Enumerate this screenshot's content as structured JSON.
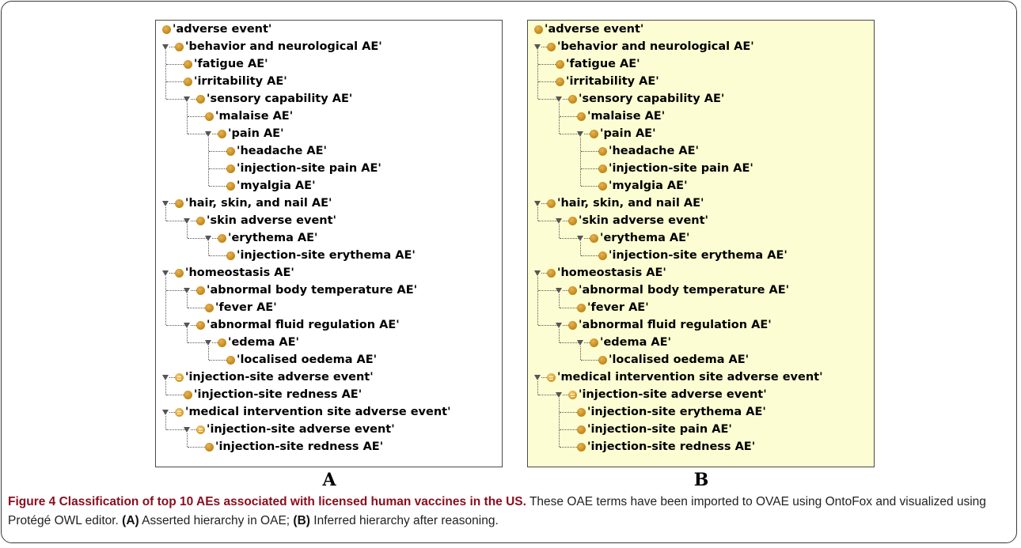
{
  "panels": [
    {
      "id": "A",
      "letter": "A",
      "nodes": [
        {
          "depth": 0,
          "label": "'adverse event'",
          "expander": false,
          "icon": "class"
        },
        {
          "depth": 0,
          "label": "'behavior and neurological AE'",
          "expander": true,
          "icon": "class"
        },
        {
          "depth": 1,
          "label": "'fatigue AE'",
          "expander": false,
          "icon": "class"
        },
        {
          "depth": 1,
          "label": "'irritability AE'",
          "expander": false,
          "icon": "class"
        },
        {
          "depth": 1,
          "label": "'sensory capability AE'",
          "expander": true,
          "icon": "class"
        },
        {
          "depth": 2,
          "label": "'malaise AE'",
          "expander": false,
          "icon": "class"
        },
        {
          "depth": 2,
          "label": "'pain AE'",
          "expander": true,
          "icon": "class"
        },
        {
          "depth": 3,
          "label": "'headache AE'",
          "expander": false,
          "icon": "class"
        },
        {
          "depth": 3,
          "label": "'injection-site pain AE'",
          "expander": false,
          "icon": "class"
        },
        {
          "depth": 3,
          "label": "'myalgia AE'",
          "expander": false,
          "icon": "class"
        },
        {
          "depth": 0,
          "label": "'hair, skin, and nail AE'",
          "expander": true,
          "icon": "class"
        },
        {
          "depth": 1,
          "label": "'skin adverse event'",
          "expander": true,
          "icon": "class"
        },
        {
          "depth": 2,
          "label": "'erythema AE'",
          "expander": true,
          "icon": "class"
        },
        {
          "depth": 3,
          "label": "'injection-site erythema AE'",
          "expander": false,
          "icon": "class"
        },
        {
          "depth": 0,
          "label": "'homeostasis AE'",
          "expander": true,
          "icon": "class"
        },
        {
          "depth": 1,
          "label": "'abnormal body temperature AE'",
          "expander": true,
          "icon": "class"
        },
        {
          "depth": 2,
          "label": "'fever AE'",
          "expander": false,
          "icon": "class"
        },
        {
          "depth": 1,
          "label": "'abnormal fluid regulation AE'",
          "expander": true,
          "icon": "class"
        },
        {
          "depth": 2,
          "label": "'edema AE'",
          "expander": true,
          "icon": "class"
        },
        {
          "depth": 3,
          "label": "'localised oedema AE'",
          "expander": false,
          "icon": "class"
        },
        {
          "depth": 0,
          "label": "'injection-site adverse event'",
          "expander": true,
          "icon": "defined-class"
        },
        {
          "depth": 1,
          "label": "'injection-site redness AE'",
          "expander": false,
          "icon": "class"
        },
        {
          "depth": 0,
          "label": "'medical intervention site adverse event'",
          "expander": true,
          "icon": "defined-class"
        },
        {
          "depth": 1,
          "label": "'injection-site adverse event'",
          "expander": true,
          "icon": "defined-class"
        },
        {
          "depth": 2,
          "label": "'injection-site redness AE'",
          "expander": false,
          "icon": "class"
        }
      ]
    },
    {
      "id": "B",
      "letter": "B",
      "nodes": [
        {
          "depth": 0,
          "label": "'adverse event'",
          "expander": false,
          "icon": "class"
        },
        {
          "depth": 0,
          "label": "'behavior and neurological AE'",
          "expander": true,
          "icon": "class"
        },
        {
          "depth": 1,
          "label": "'fatigue AE'",
          "expander": false,
          "icon": "class"
        },
        {
          "depth": 1,
          "label": "'irritability AE'",
          "expander": false,
          "icon": "class"
        },
        {
          "depth": 1,
          "label": "'sensory capability AE'",
          "expander": true,
          "icon": "class"
        },
        {
          "depth": 2,
          "label": "'malaise AE'",
          "expander": false,
          "icon": "class"
        },
        {
          "depth": 2,
          "label": "'pain AE'",
          "expander": true,
          "icon": "class"
        },
        {
          "depth": 3,
          "label": "'headache AE'",
          "expander": false,
          "icon": "class"
        },
        {
          "depth": 3,
          "label": "'injection-site pain AE'",
          "expander": false,
          "icon": "class"
        },
        {
          "depth": 3,
          "label": "'myalgia AE'",
          "expander": false,
          "icon": "class"
        },
        {
          "depth": 0,
          "label": "'hair, skin, and nail AE'",
          "expander": true,
          "icon": "class"
        },
        {
          "depth": 1,
          "label": "'skin adverse event'",
          "expander": true,
          "icon": "class"
        },
        {
          "depth": 2,
          "label": "'erythema AE'",
          "expander": true,
          "icon": "class"
        },
        {
          "depth": 3,
          "label": "'injection-site erythema AE'",
          "expander": false,
          "icon": "class"
        },
        {
          "depth": 0,
          "label": "'homeostasis AE'",
          "expander": true,
          "icon": "class"
        },
        {
          "depth": 1,
          "label": "'abnormal body temperature AE'",
          "expander": true,
          "icon": "class"
        },
        {
          "depth": 2,
          "label": "'fever AE'",
          "expander": false,
          "icon": "class"
        },
        {
          "depth": 1,
          "label": "'abnormal fluid regulation AE'",
          "expander": true,
          "icon": "class"
        },
        {
          "depth": 2,
          "label": "'edema AE'",
          "expander": true,
          "icon": "class"
        },
        {
          "depth": 3,
          "label": "'localised oedema AE'",
          "expander": false,
          "icon": "class"
        },
        {
          "depth": 0,
          "label": "'medical intervention site adverse event'",
          "expander": true,
          "icon": "defined-class"
        },
        {
          "depth": 1,
          "label": "'injection-site adverse event'",
          "expander": true,
          "icon": "defined-class"
        },
        {
          "depth": 2,
          "label": "'injection-site erythema AE'",
          "expander": false,
          "icon": "class"
        },
        {
          "depth": 2,
          "label": "'injection-site pain AE'",
          "expander": false,
          "icon": "class"
        },
        {
          "depth": 2,
          "label": "'injection-site redness AE'",
          "expander": false,
          "icon": "class"
        }
      ]
    }
  ],
  "caption": {
    "label": "Figure 4",
    "title": "Classification of top 10 AEs associated with licensed human vaccines in the US.",
    "body_1": "These OAE terms have been imported to OVAE using OntoFox and visualized using Protégé OWL editor.",
    "tag_a": "(A)",
    "text_a": "Asserted hierarchy in OAE;",
    "tag_b": "(B)",
    "text_b": "Inferred hierarchy after reasoning."
  },
  "colors": {
    "panel_b_background": "#fdfdd3",
    "class_icon": "#c8901e",
    "caption_heading": "#8a0d1e"
  }
}
